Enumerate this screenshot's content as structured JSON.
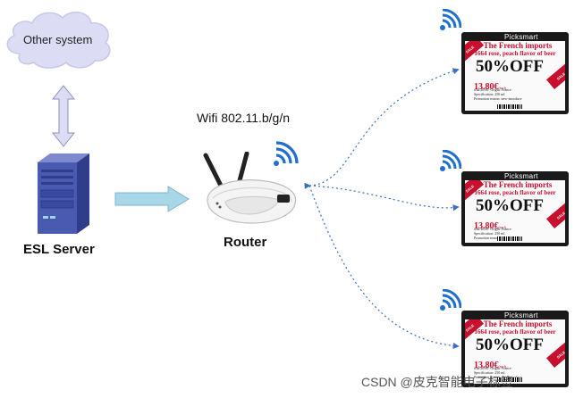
{
  "nodes": {
    "cloud_label": "Other system",
    "server_label": "ESL Server",
    "router_label": "Router",
    "wifi_label": "Wifi 802.11.b/g/n"
  },
  "esl_tag": {
    "brand": "Picksmart",
    "corner_left": "SALE",
    "corner_right": "SALE",
    "title_line1": "The French imports",
    "title_line2": "1664 rose, peach flavor of beer",
    "discount": "50%OFF",
    "price": "13.80€",
    "price_unit": "/each",
    "was": "was:26.00",
    "origin": "Origin: France",
    "spec": "Specification: 250 ml",
    "promo": "Promotion reason: new-introduce"
  },
  "watermark": "CSDN @皮克智能电子标签",
  "colors": {
    "cloud_fill": "#dcdcf5",
    "cloud_stroke": "#c7c7e8",
    "server_blue": "#4a5ab0",
    "arrow_fill": "#a8d8e8",
    "wifi_blue": "#1e6fd0",
    "dotted_line": "#3a6fc4",
    "esl_red": "#c8102e"
  }
}
